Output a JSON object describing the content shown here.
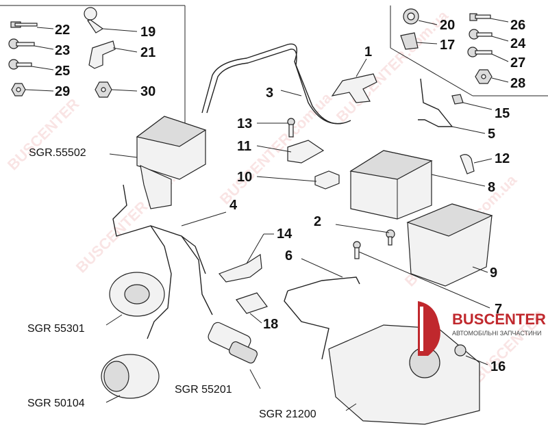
{
  "labels": {
    "l1": "1",
    "l2": "2",
    "l3": "3",
    "l4": "4",
    "l5": "5",
    "l6": "6",
    "l7": "7",
    "l8": "8",
    "l9": "9",
    "l10": "10",
    "l11": "11",
    "l12": "12",
    "l13": "13",
    "l14": "14",
    "l15": "15",
    "l16": "16",
    "l17": "17",
    "l18": "18",
    "l19": "19",
    "l20": "20",
    "l21": "21",
    "l22": "22",
    "l23": "23",
    "l24": "24",
    "l25": "25",
    "l26": "26",
    "l27": "27",
    "l28": "28",
    "l29": "29",
    "l30": "30"
  },
  "refs": {
    "sgr55502": "SGR.55502",
    "sgr55301": "SGR 55301",
    "sgr50104": "SGR 50104",
    "sgr55201": "SGR 55201",
    "sgr21200": "SGR 21200"
  },
  "logo": {
    "brand": "BUSCENTER",
    "tagline": "АВТОМОБІЛЬНІ ЗАПЧАСТИНИ"
  },
  "watermarks": [
    "BUSCENTER",
    "BUSCENTER.com.ua"
  ],
  "colors": {
    "brand_red": "#c0282d",
    "watermark": "#e07070"
  }
}
